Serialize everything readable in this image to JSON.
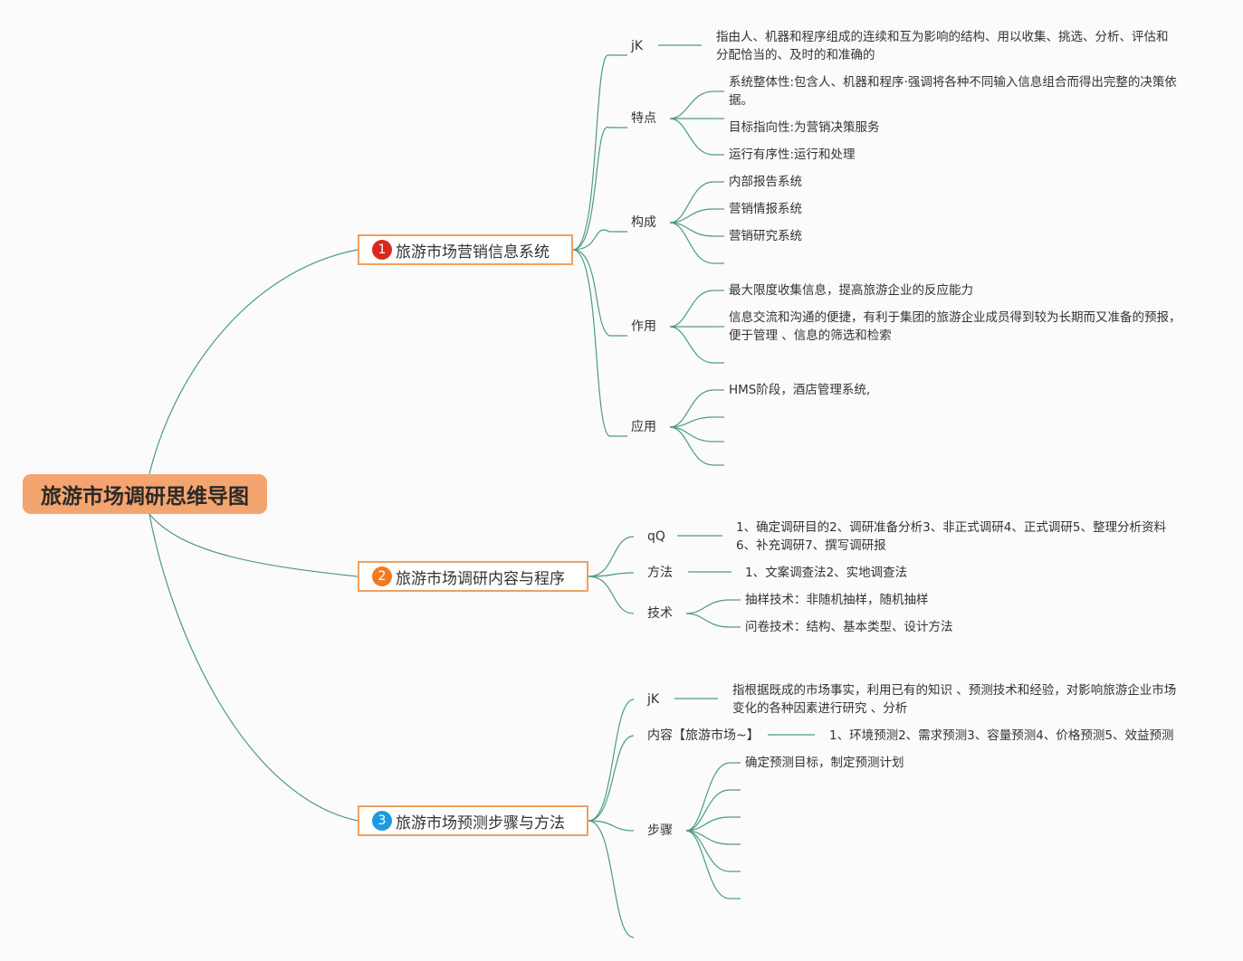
{
  "root": {
    "label": "旅游市场调研思维导图"
  },
  "branches": [
    {
      "number": "1",
      "label": "旅游市场营销信息系统",
      "badge_color": "#d9281e",
      "children": [
        {
          "label": "jK",
          "leaves": [
            "指由人、机器和程序组成的连续和互为影响的结构、用以收集、挑选、分析、评估和分配恰当的、及时的和准确的"
          ]
        },
        {
          "label": "特点",
          "leaves": [
            "系统整体性:包含人、机器和程序·强调将各种不同输入信息组合而得出完整的决策依据。",
            "目标指向性:为营销决策服务",
            "运行有序性:运行和处理"
          ]
        },
        {
          "label": "构成",
          "leaves": [
            "内部报告系统",
            "营销情报系统",
            "营销研究系统",
            ""
          ]
        },
        {
          "label": "作用",
          "leaves": [
            "最大限度收集信息，提高旅游企业的反应能力",
            "信息交流和沟通的便捷，有利于集团的旅游企业成员得到较为长期而又准备的预报，便于管理 、信息的筛选和检索",
            ""
          ]
        },
        {
          "label": "应用",
          "leaves": [
            "HMS阶段，酒店管理系统,",
            "",
            "",
            ""
          ]
        }
      ]
    },
    {
      "number": "2",
      "label": "旅游市场调研内容与程序",
      "badge_color": "#f07a24",
      "children": [
        {
          "label": "qQ",
          "leaves": [
            "1、确定调研目的2、调研准备分析3、非正式调研4、正式调研5、整理分析资料6、补充调研7、撰写调研报"
          ]
        },
        {
          "label": "方法",
          "leaves": [
            "1、文案调查法2、实地调查法"
          ]
        },
        {
          "label": "技术",
          "leaves": [
            "抽样技术：非随机抽样，随机抽样",
            "问卷技术：结构、基本类型、设计方法"
          ]
        }
      ]
    },
    {
      "number": "3",
      "label": "旅游市场预测步骤与方法",
      "badge_color": "#1e9ae0",
      "children": [
        {
          "label": "jK",
          "leaves": [
            "指根据既成的市场事实，利用已有的知识 、预测技术和经验，对影响旅游企业市场变化的各种因素进行研究 、分析"
          ]
        },
        {
          "label": "内容【旅游市场~】",
          "leaves": [
            "1、环境预测2、需求预测3、容量预测4、价格预测5、效益预测"
          ]
        },
        {
          "label": "步骤",
          "leaves": [
            "确定预测目标，制定预测计划",
            "",
            "",
            "",
            "",
            ""
          ]
        },
        {
          "label": "",
          "leaves": []
        }
      ]
    }
  ]
}
